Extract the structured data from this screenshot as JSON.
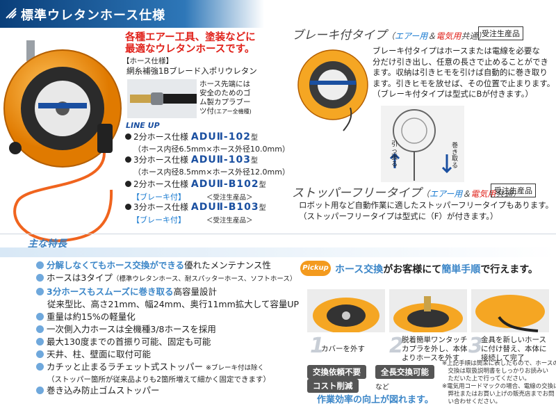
{
  "header": {
    "title": "標準ウレタンホース仕様"
  },
  "intro": {
    "catch_line1": "各種エアー工具、塗装などに",
    "catch_line2": "最適なウレタンホースです。",
    "spec_label": "【ホース仕様】",
    "spec_value": "網糸補強1Bブレード入ポリウレタン"
  },
  "hose_tip": {
    "line1": "ホース先端には",
    "line2": "安全のためのゴ",
    "line3": "ム製カプラブー",
    "line4": "ツ付",
    "line4_small": "(エアー全機種)"
  },
  "lineup": {
    "heading": "LINE UP",
    "items": [
      {
        "name": "2分ホース仕様",
        "model": "ADUⅡ-102",
        "suffix": "型",
        "sub": "（ホース内径6.5mm×ホース外径10.0mm）"
      },
      {
        "name": "3分ホース仕様",
        "model": "ADUⅡ-103",
        "suffix": "型",
        "sub": "（ホース内径8.5mm×ホース外径12.0mm）"
      },
      {
        "name": "2分ホース仕様",
        "model": "ADUⅡ-B102",
        "suffix": "型",
        "sub": "【ブレーキ付】",
        "order": "＜受注生産品＞"
      },
      {
        "name": "3分ホース仕様",
        "model": "ADUⅡ-B103",
        "suffix": "型",
        "sub": "【ブレーキ付】",
        "order": "＜受注生産品＞"
      }
    ]
  },
  "brake": {
    "title": "ブレーキ付タイプ",
    "paren_open": "（",
    "air": "エアー用",
    "amp": "＆",
    "elec": "電気用",
    "common": "共通）",
    "badge": "受注生産品",
    "desc": [
      "ブレーキ付タイプはホースまたは電線を必要な",
      "分だけ引き出し、任意の長さで止めることができ",
      "ます。収納は引きヒモを引けば自動的に巻き取り",
      "ます。引きヒモを放せば、その位置で止まります。",
      "（ブレーキ付タイプは型式にBが付きます。）"
    ],
    "pull_label": "引っ張る",
    "wind_label": "巻き取る"
  },
  "stopper": {
    "title": "ストッパーフリータイプ",
    "paren_open": "（",
    "air": "エアー用",
    "amp": "＆",
    "elec": "電気用",
    "common": "共通）",
    "badge": "受注生産品",
    "desc": [
      "ロボット用など自動作業に適したストッパーフリータイプもあります。",
      "（ストッパーフリータイプは型式に（F）が付きます。）"
    ]
  },
  "features": {
    "heading": "主な特長",
    "items": [
      {
        "hl": "分解しなくてもホース交換ができる",
        "rest": "優れたメンテナンス性"
      },
      {
        "hl": "",
        "rest": "ホースは3タイプ",
        "small": "（標準ウレタンホース、耐スパッターホース、ソフトホース）"
      },
      {
        "hl": "3分ホースもスムーズに巻き取る",
        "rest": "高容量設計"
      },
      {
        "hl": "",
        "rest": "従来型比、高さ21mm、幅24mm、奥行11mm拡大して容量UP",
        "indent": true
      },
      {
        "hl": "",
        "rest": "重量は約15%の軽量化"
      },
      {
        "hl": "",
        "rest": "一次側入力ホースは全機種3/8ホースを採用"
      },
      {
        "hl": "",
        "rest": "最大130度までの首振り可能、固定も可能"
      },
      {
        "hl": "",
        "rest": "天井、柱、壁面に取付可能"
      },
      {
        "hl": "",
        "rest": "カチッと止まるラチェット式ストッパー",
        "small": "※ブレーキ付は除く"
      },
      {
        "hl": "",
        "rest": "（ストッパー箇所が従来品よりも2箇所増えて細かく固定できます）",
        "small_line": true
      },
      {
        "hl": "",
        "rest": "巻き込み防止ゴムストッパー"
      }
    ]
  },
  "pickup": {
    "badge": "Pickup",
    "hl1": "ホース交換",
    "mid": "がお客様にて",
    "hl2": "簡単手順",
    "end": "で行えます。",
    "steps": [
      {
        "num": "1",
        "text": [
          "カバーを外す"
        ]
      },
      {
        "num": "2",
        "text": [
          "脱着簡単ワンタッチ",
          "カプラを外し、本体",
          "よりホースを外す"
        ]
      },
      {
        "num": "3",
        "text": [
          "金具を新しいホース",
          "に付け替え、本体に",
          "接続して完了"
        ]
      }
    ],
    "tags": [
      "交換依頼不要",
      "全長交換可能",
      "コスト削減"
    ],
    "etc": "など",
    "result": "作業効率の向上が図れます。",
    "notes": [
      "※上記手順は簡潔に表したもので、ホースの",
      "　交換は取扱説明書をしっかりお読みい",
      "　ただいた上で行ってください。",
      "※電気用コードマックの場合、電線の交換は",
      "　弊社またはお買い上げの販売店までお問",
      "　い合わせください。"
    ]
  },
  "colors": {
    "header": "#0a3f7a",
    "accent_red": "#e0211a",
    "accent_blue": "#1a4fa0",
    "reel_orange": "#f39a1e"
  }
}
